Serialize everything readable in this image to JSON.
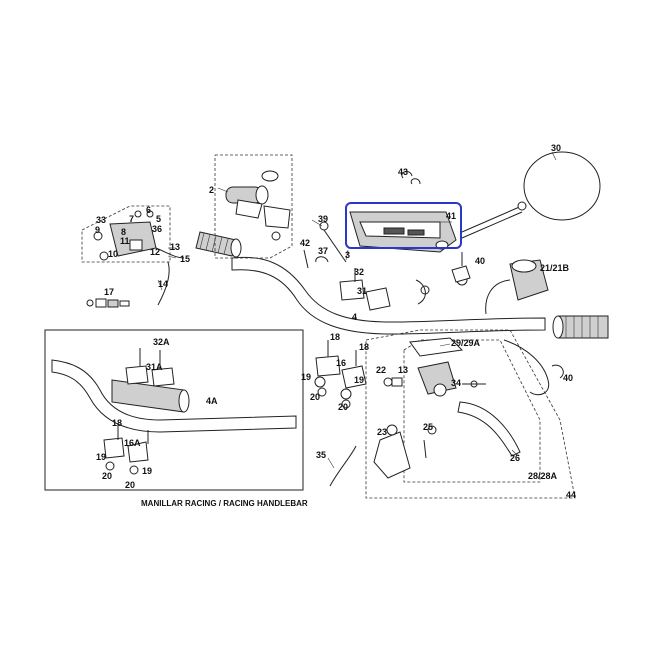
{
  "caption": "MANILLAR RACING / RACING HANDLEBAR",
  "highlight_color": "#2a37c8",
  "highlighted_part": "41",
  "labels": {
    "l2": "2",
    "l3": "3",
    "l4": "4",
    "l4a": "4A",
    "l5": "5",
    "l6": "6",
    "l7": "7",
    "l8": "8",
    "l9": "9",
    "l10": "10",
    "l11": "11",
    "l12": "12",
    "l13": "13",
    "l14": "14",
    "l15": "15",
    "l16": "16",
    "l16a": "16A",
    "l17": "17",
    "l18a": "18",
    "l18b": "18",
    "l18c": "18",
    "l19a": "19",
    "l19b": "19",
    "l19c": "19",
    "l19d": "19",
    "l20a": "20",
    "l20b": "20",
    "l20c": "20",
    "l20d": "20",
    "l21": "21/21B",
    "l22": "22",
    "l23": "23",
    "l25": "25",
    "l26": "26",
    "l28": "28/28A",
    "l29": "29/29A",
    "l30": "30",
    "l31a": "31",
    "l31b": "31A",
    "l32a": "32",
    "l32b": "32A",
    "l33": "33",
    "l34": "34",
    "l35": "35",
    "l36": "36",
    "l37": "37",
    "l39": "39",
    "l40a": "40",
    "l40b": "40",
    "l41": "41",
    "l42": "42",
    "l43": "43",
    "l44": "44"
  }
}
